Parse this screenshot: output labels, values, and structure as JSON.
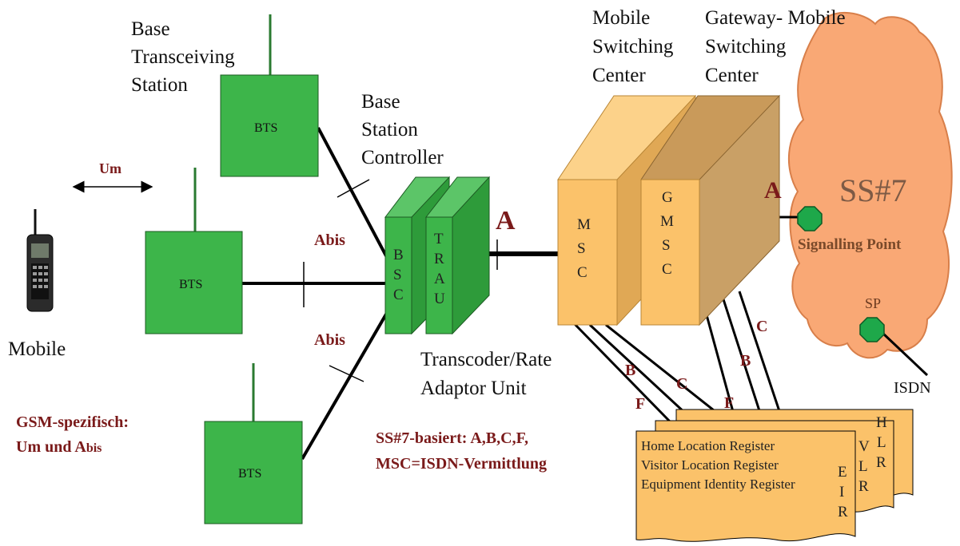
{
  "labels": {
    "bts_title": [
      "Base",
      "Transceiving",
      "Station"
    ],
    "bsc_title": [
      "Base",
      "Station",
      "Controller"
    ],
    "msc_title": [
      "Mobile",
      "Switching",
      "Center"
    ],
    "gmsc_title": [
      "Gateway- Mobile",
      "Switching",
      "Center"
    ],
    "mobile": "Mobile",
    "transcoder": [
      "Transcoder/Rate",
      "Adaptor Unit"
    ],
    "isdn": "ISDN"
  },
  "nodes": {
    "bts": "BTS",
    "bsc_letters": [
      "B",
      "S",
      "C"
    ],
    "trau_letters": [
      "T",
      "R",
      "A",
      "U"
    ],
    "msc_letters": [
      "M",
      "S",
      "C"
    ],
    "gmsc_letters": [
      "G",
      "M",
      "S",
      "C"
    ],
    "ss7": "SS#7",
    "signalling_point": "Signalling Point",
    "sp": "SP"
  },
  "interfaces": {
    "um": "Um",
    "abis": "Abis",
    "abis_prefix": "A",
    "abis_suffix": "bis",
    "a": "A",
    "b": "B",
    "c": "C",
    "f": "F"
  },
  "registers": {
    "lines": [
      "Home Location Register",
      "Visitor Location Register",
      "Equipment Identity Register"
    ],
    "eir": [
      "E",
      "I",
      "R"
    ],
    "vlr": [
      "V",
      "L",
      "R"
    ],
    "hlr": [
      "H",
      "L",
      "R"
    ]
  },
  "notes": {
    "gsm_line1": "GSM-spezifisch:",
    "gsm_line2_a": "Um und A",
    "gsm_line2_b": "bis",
    "ss7_line1": "SS#7-basiert: A,B,C,F,",
    "ss7_line2": "MSC=ISDN-Vermittlung"
  },
  "colors": {
    "green": "#3db54a",
    "green_dark": "#2a8a35",
    "orange": "#fbc26a",
    "orange_dark": "#d9a04a",
    "cloud": "#f9a875",
    "note_red": "#7a1a1a"
  }
}
